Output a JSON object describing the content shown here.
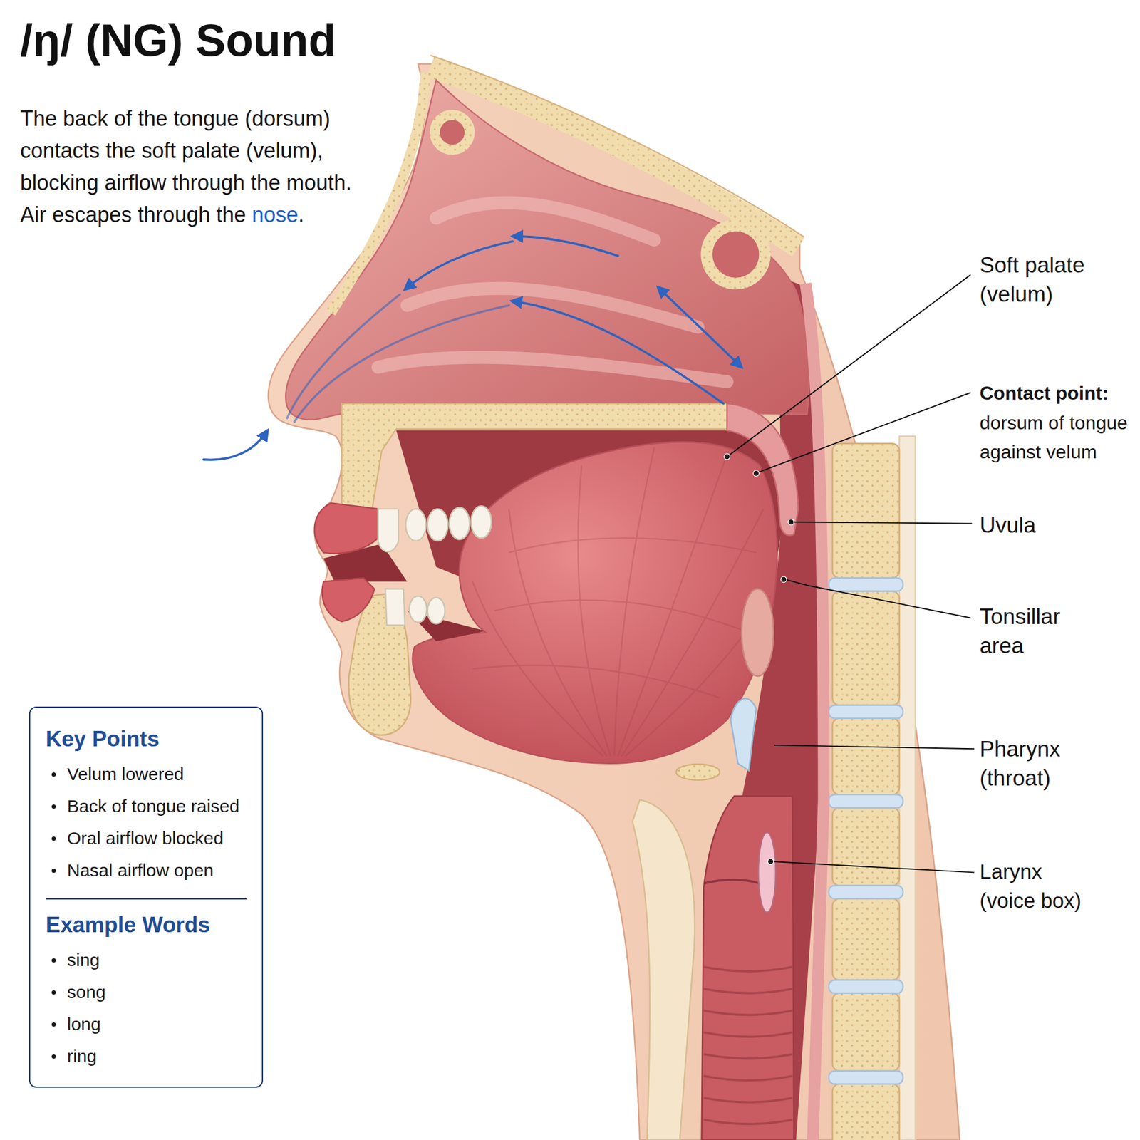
{
  "diagram": {
    "title": "/ŋ/ (NG) Sound",
    "nodes": [
      {
        "text": [
          "Key Points",
          "Velum lowered",
          "Back of tongue raised",
          "Oral airflow blocked",
          "Nasal airflow open",
          "Example Words",
          "sing",
          "song",
          "long",
          "ring"
        ]
      }
    ],
    "labels": [
      "The back of the tongue (dorsum) contacts the soft palate (velum), blocking airflow through the mouth. Air escapes through the nose.",
      "Soft palate (velum)",
      "Contact point:",
      "dorsum of tongue against velum",
      "Uvula",
      "Tonsillar area",
      "Pharynx (throat)",
      "Larynx (voice box)"
    ]
  }
}
